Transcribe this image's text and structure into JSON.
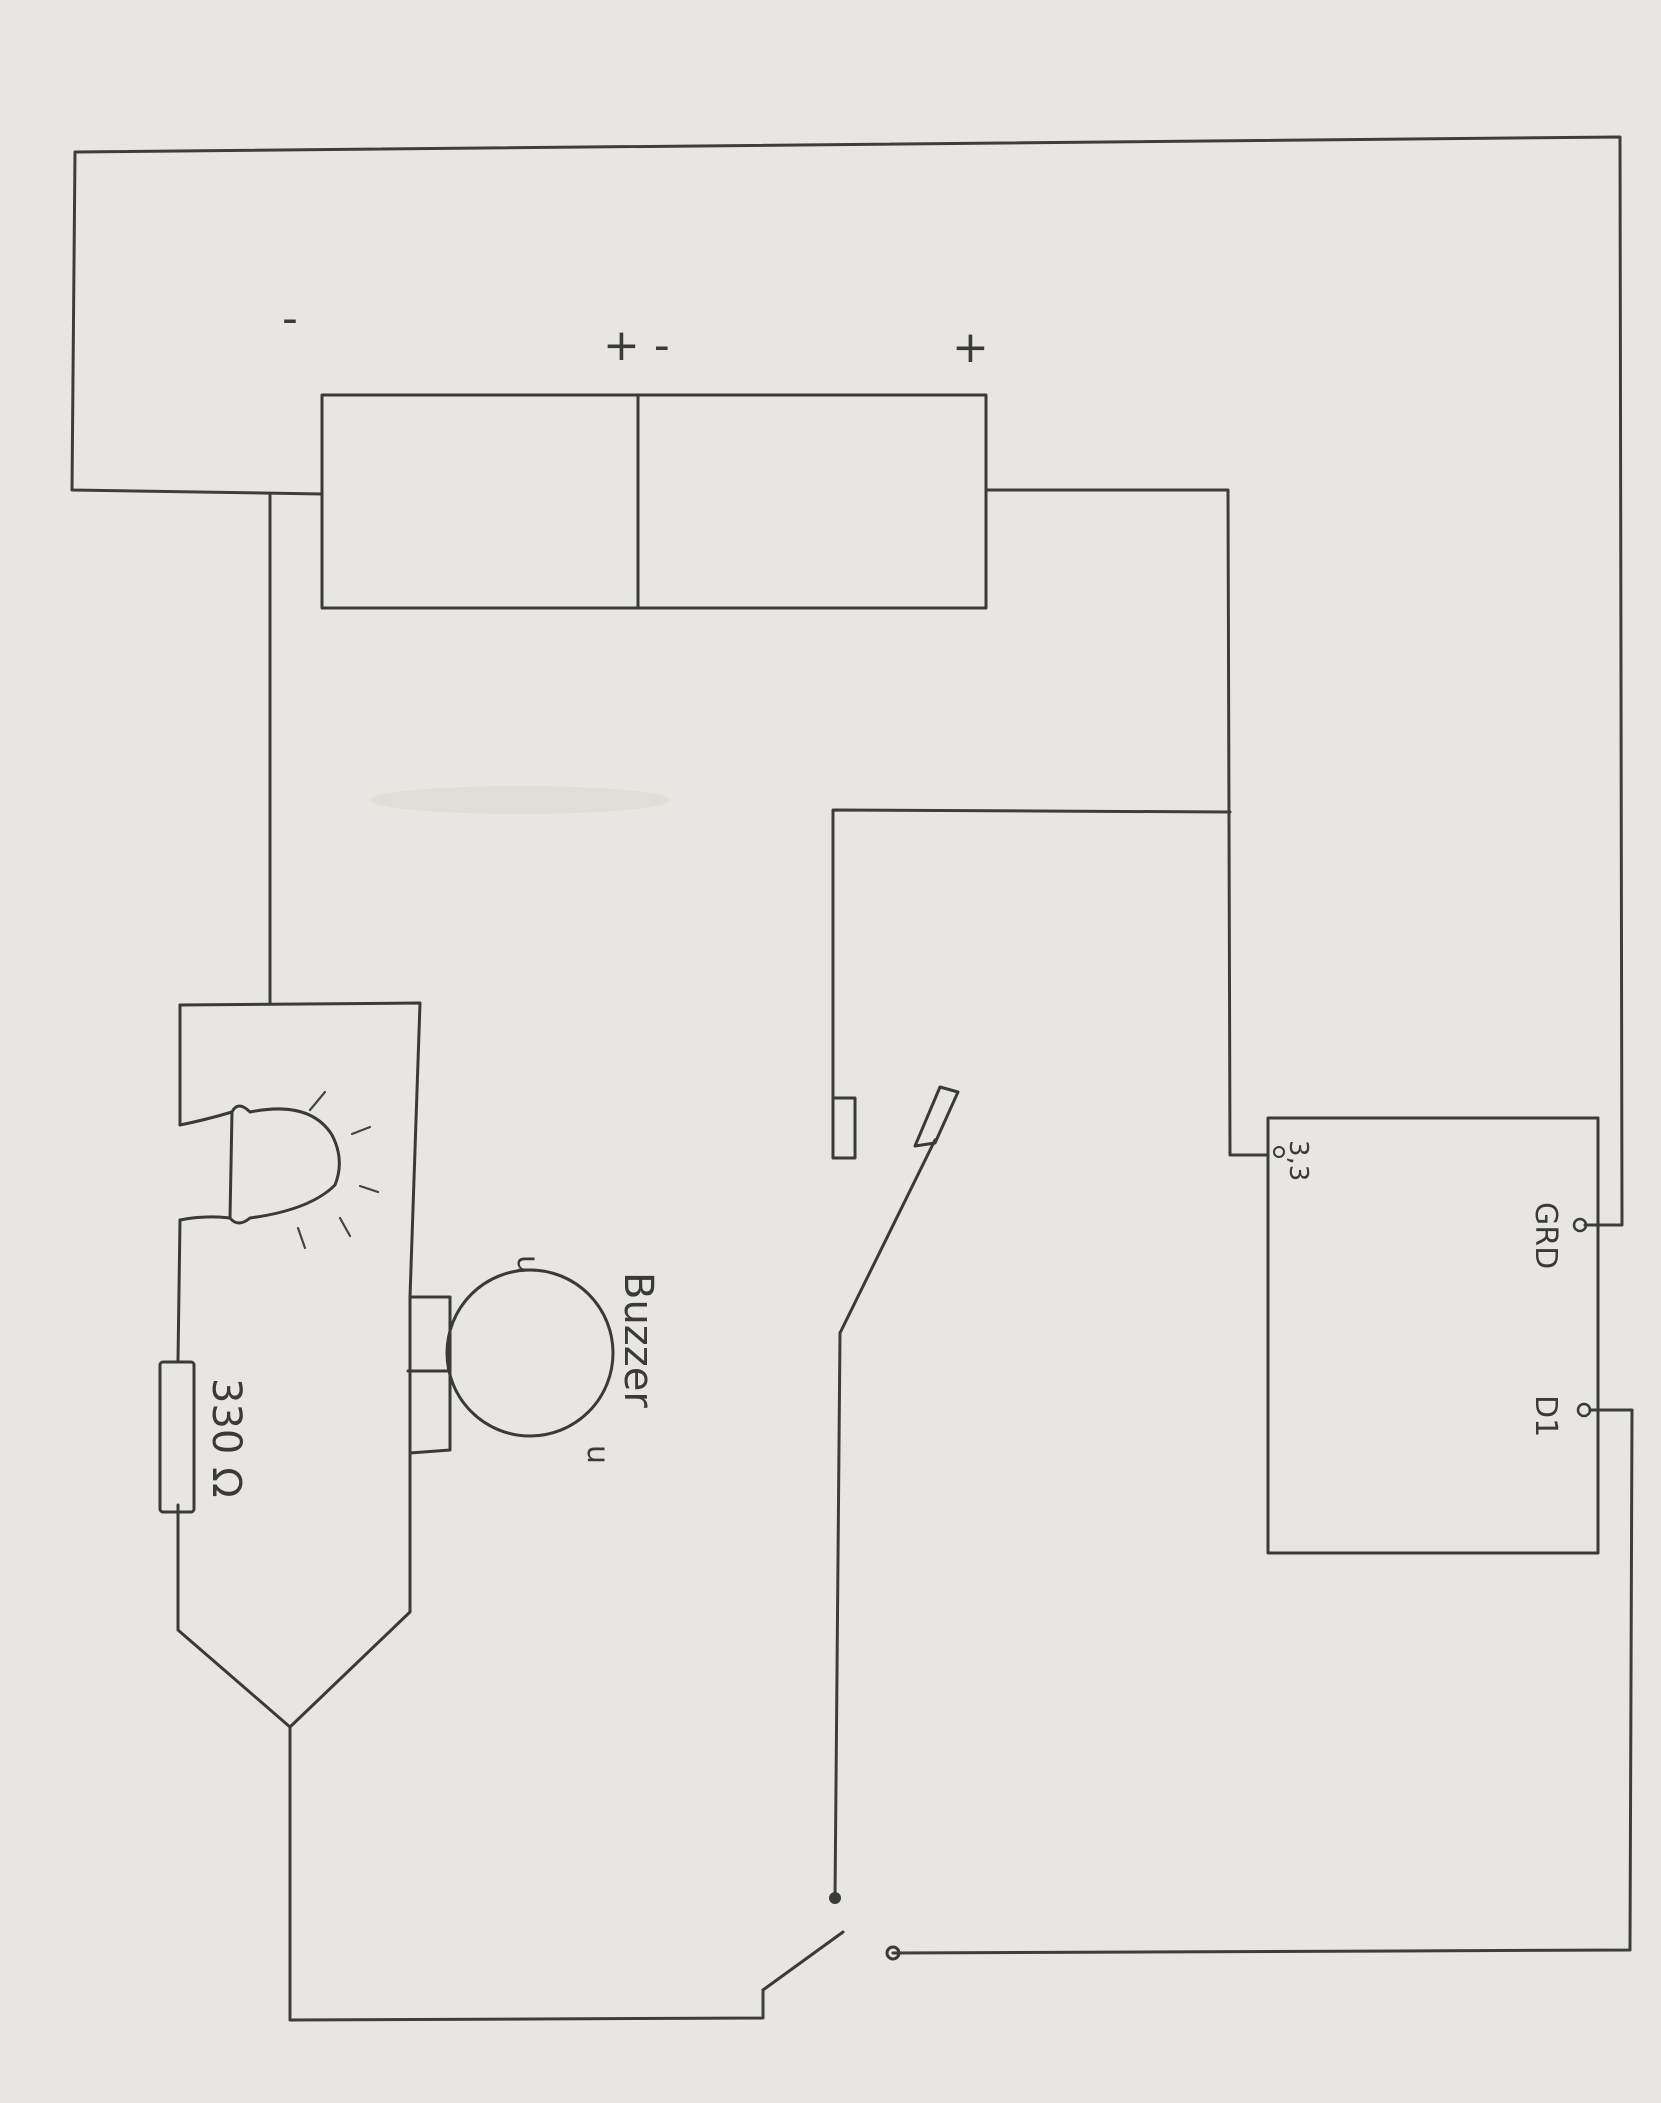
{
  "battery": {
    "terminal_labels": [
      "-",
      "+ -",
      "+"
    ]
  },
  "resistor": {
    "value_label": "330 Ω"
  },
  "buzzer": {
    "label": "Buzzer",
    "pin_marks": [
      "u",
      "u"
    ]
  },
  "board": {
    "pin_labels": [
      "3,3",
      "GRD",
      "D1"
    ]
  },
  "colors": {
    "paper": "#e7e6e2",
    "ink": "#3d3d3d"
  }
}
